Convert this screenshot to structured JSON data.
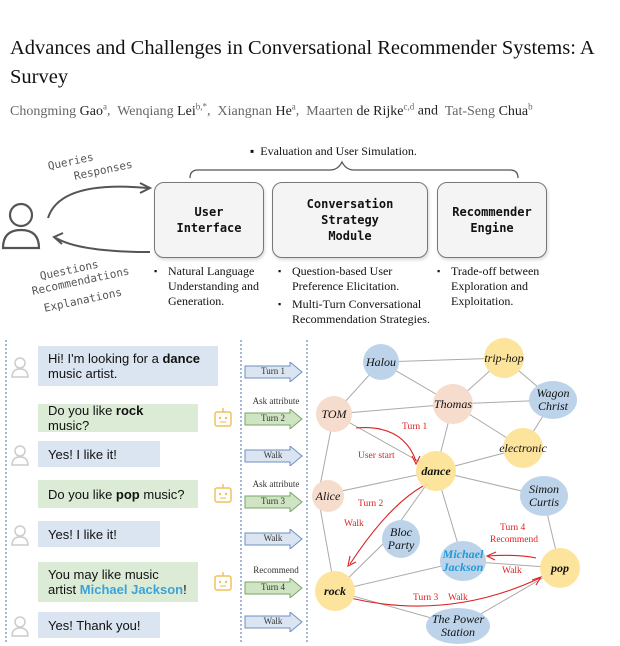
{
  "paper": {
    "title": "Advances and Challenges in Conversational Recommender Systems: A Survey",
    "authors": [
      {
        "first": "Chongming",
        "last": "Gao",
        "sup": "a"
      },
      {
        "first": "Wenqiang",
        "last": "Lei",
        "sup": "b,*"
      },
      {
        "first": "Xiangnan",
        "last": "He",
        "sup": "a"
      },
      {
        "first": "Maarten",
        "last": "de Rijke",
        "sup": "c,d"
      },
      {
        "first": "Tat-Seng",
        "last": "Chua",
        "sup": "b"
      }
    ],
    "and": "and"
  },
  "framework": {
    "top_bullet": "Evaluation and User Simulation.",
    "left_labels_top": [
      "Queries",
      "Responses"
    ],
    "left_labels_bottom": [
      "Questions",
      "Recommendations",
      "Explanations"
    ],
    "boxes": [
      {
        "label": "User\nInterface"
      },
      {
        "label": "Conversation\nStrategy\nModule"
      },
      {
        "label": "Recommender\nEngine"
      }
    ],
    "bullets": {
      "ui": [
        "Natural Language Understanding and Generation."
      ],
      "strategy": [
        "Question-based User Preference Elicitation.",
        "Multi-Turn Conversational Recommendation Strategies."
      ],
      "engine": [
        "Trade-off between Exploration and Exploitation."
      ]
    }
  },
  "dialogue": {
    "messages": [
      {
        "role": "user",
        "pre": "Hi! I'm looking for a ",
        "kw": "dance",
        "post": " music artist."
      },
      {
        "role": "sys",
        "pre": "Do you like ",
        "kw": "rock",
        "post": " music?"
      },
      {
        "role": "user",
        "pre": "Yes! I like it!",
        "kw": "",
        "post": ""
      },
      {
        "role": "sys",
        "pre": "Do you like ",
        "kw": "pop",
        "post": " music?"
      },
      {
        "role": "user",
        "pre": "Yes! I like it!",
        "kw": "",
        "post": ""
      },
      {
        "role": "sys",
        "pre": "You may like music artist ",
        "kw": "Michael Jackson",
        "post": "!"
      },
      {
        "role": "user",
        "pre": "Yes! Thank you!",
        "kw": "",
        "post": ""
      }
    ],
    "actions": [
      {
        "above": "",
        "label": "Turn 1"
      },
      {
        "above": "Ask attribute",
        "label": "Turn 2"
      },
      {
        "above": "",
        "label": "Walk"
      },
      {
        "above": "Ask attribute",
        "label": "Turn 3"
      },
      {
        "above": "",
        "label": "Walk"
      },
      {
        "above": "Recommend",
        "label": "Turn 4"
      },
      {
        "above": "",
        "label": "Walk"
      }
    ]
  },
  "graph": {
    "nodes": {
      "halou": "Halou",
      "triphop": "trip-hop",
      "wagon": "Wagon Christ",
      "thomas": "Thomas",
      "tom": "TOM",
      "electronic": "electronic",
      "dance": "dance",
      "alice": "Alice",
      "simon": "Simon Curtis",
      "bloc": "Bloc Party",
      "mj": "Michael Jackson",
      "pop": "pop",
      "rock": "rock",
      "power": "The Power Station"
    },
    "edge_labels": {
      "turn1": "Turn 1",
      "user_start": "User start",
      "turn2": "Turn 2",
      "walk1": "Walk",
      "turn4": "Turn 4",
      "recommend": "Recommend",
      "walk2": "Walk",
      "turn3": "Turn 3",
      "walk3": "Walk"
    }
  }
}
